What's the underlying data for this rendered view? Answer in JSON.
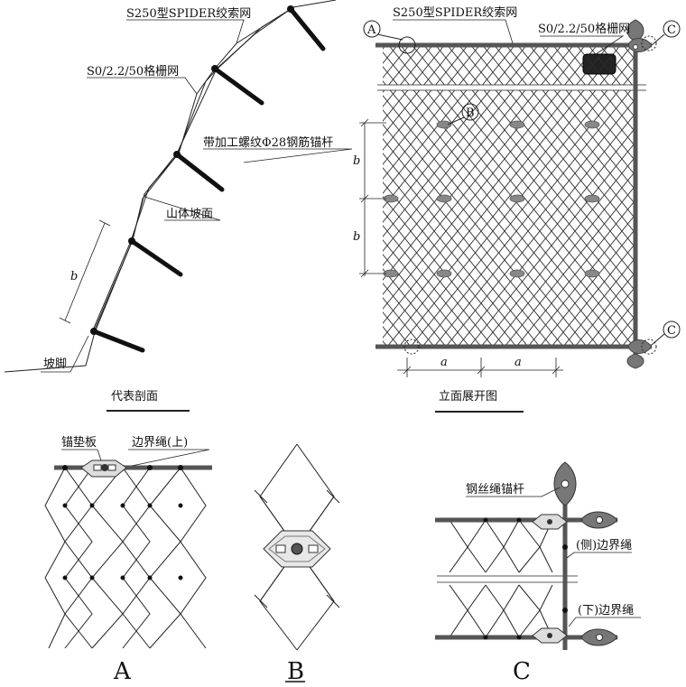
{
  "section": {
    "label_net": "S250型SPIDER绞索网",
    "label_grid": "S0/2.2/50格栅网",
    "label_anchor": "带加工螺纹Φ28钢筋锚杆",
    "label_slope": "山体坡面",
    "label_toe": "坡脚",
    "label_b": "b",
    "caption": "代表剖面"
  },
  "elevation": {
    "label_net": "S250型SPIDER绞索网",
    "label_grid": "S0/2.2/50格栅网",
    "callout_a": "A",
    "callout_b": "B",
    "callout_c_top": "C",
    "callout_c_bottom": "C",
    "dim_b1": "b",
    "dim_b2": "b",
    "dim_a1": "a",
    "dim_a2": "a",
    "caption": "立面展开图"
  },
  "detail_a": {
    "label_pad": "锚垫板",
    "label_rope": "边界绳(上)",
    "letter": "A"
  },
  "detail_b": {
    "letter": "B"
  },
  "detail_c": {
    "label_anchor": "钢丝绳锚杆",
    "label_side": "(侧)边界绳",
    "label_bottom": "(下)边界绳",
    "letter": "C"
  }
}
